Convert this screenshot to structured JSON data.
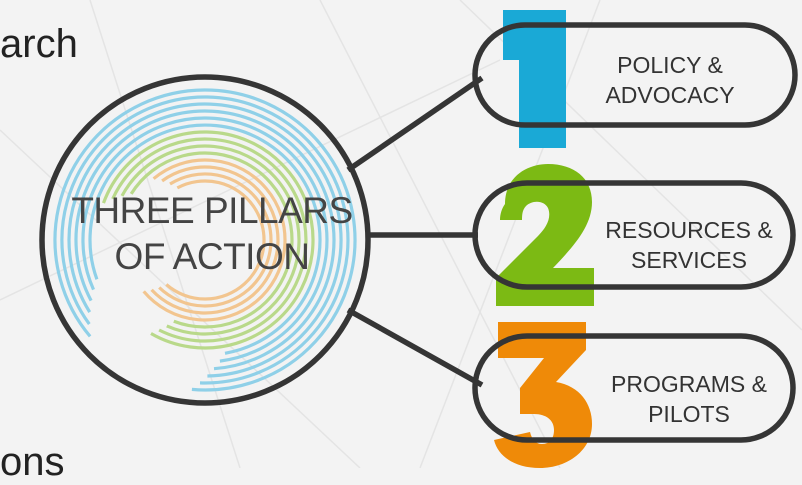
{
  "background_fragments": {
    "top": "arch",
    "bottom": "ons"
  },
  "center": {
    "line1": "THREE PILLARS",
    "line2": "OF ACTION"
  },
  "pillars": [
    {
      "number": "1",
      "line1": "POLICY &",
      "line2": "ADVOCACY",
      "color": "#1aa9d6"
    },
    {
      "number": "2",
      "line1": "RESOURCES &",
      "line2": "SERVICES",
      "color": "#7cba14"
    },
    {
      "number": "3",
      "line1": "PROGRAMS &",
      "line2": "PILOTS",
      "color": "#ef8a08"
    }
  ],
  "colors": {
    "outline": "#353535",
    "background": "#f3f3f3",
    "arc_blue": "#8fd0e8",
    "arc_green": "#b9d98a",
    "arc_orange": "#f2c58f"
  }
}
